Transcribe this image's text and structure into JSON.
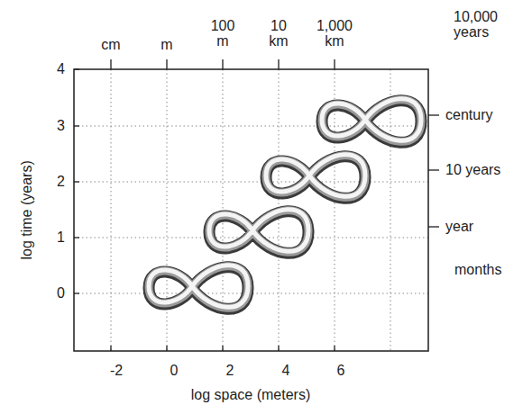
{
  "diagram": {
    "labels": [
      "cm",
      "m",
      "100 m",
      "10 km",
      "1,000 km",
      "10,000 years",
      "century",
      "10 years",
      "year",
      "months",
      "4",
      "3",
      "2",
      "1",
      "0",
      "-2",
      "0",
      "2",
      "4",
      "6",
      "log time (years)",
      "log space (meters)"
    ]
  }
}
